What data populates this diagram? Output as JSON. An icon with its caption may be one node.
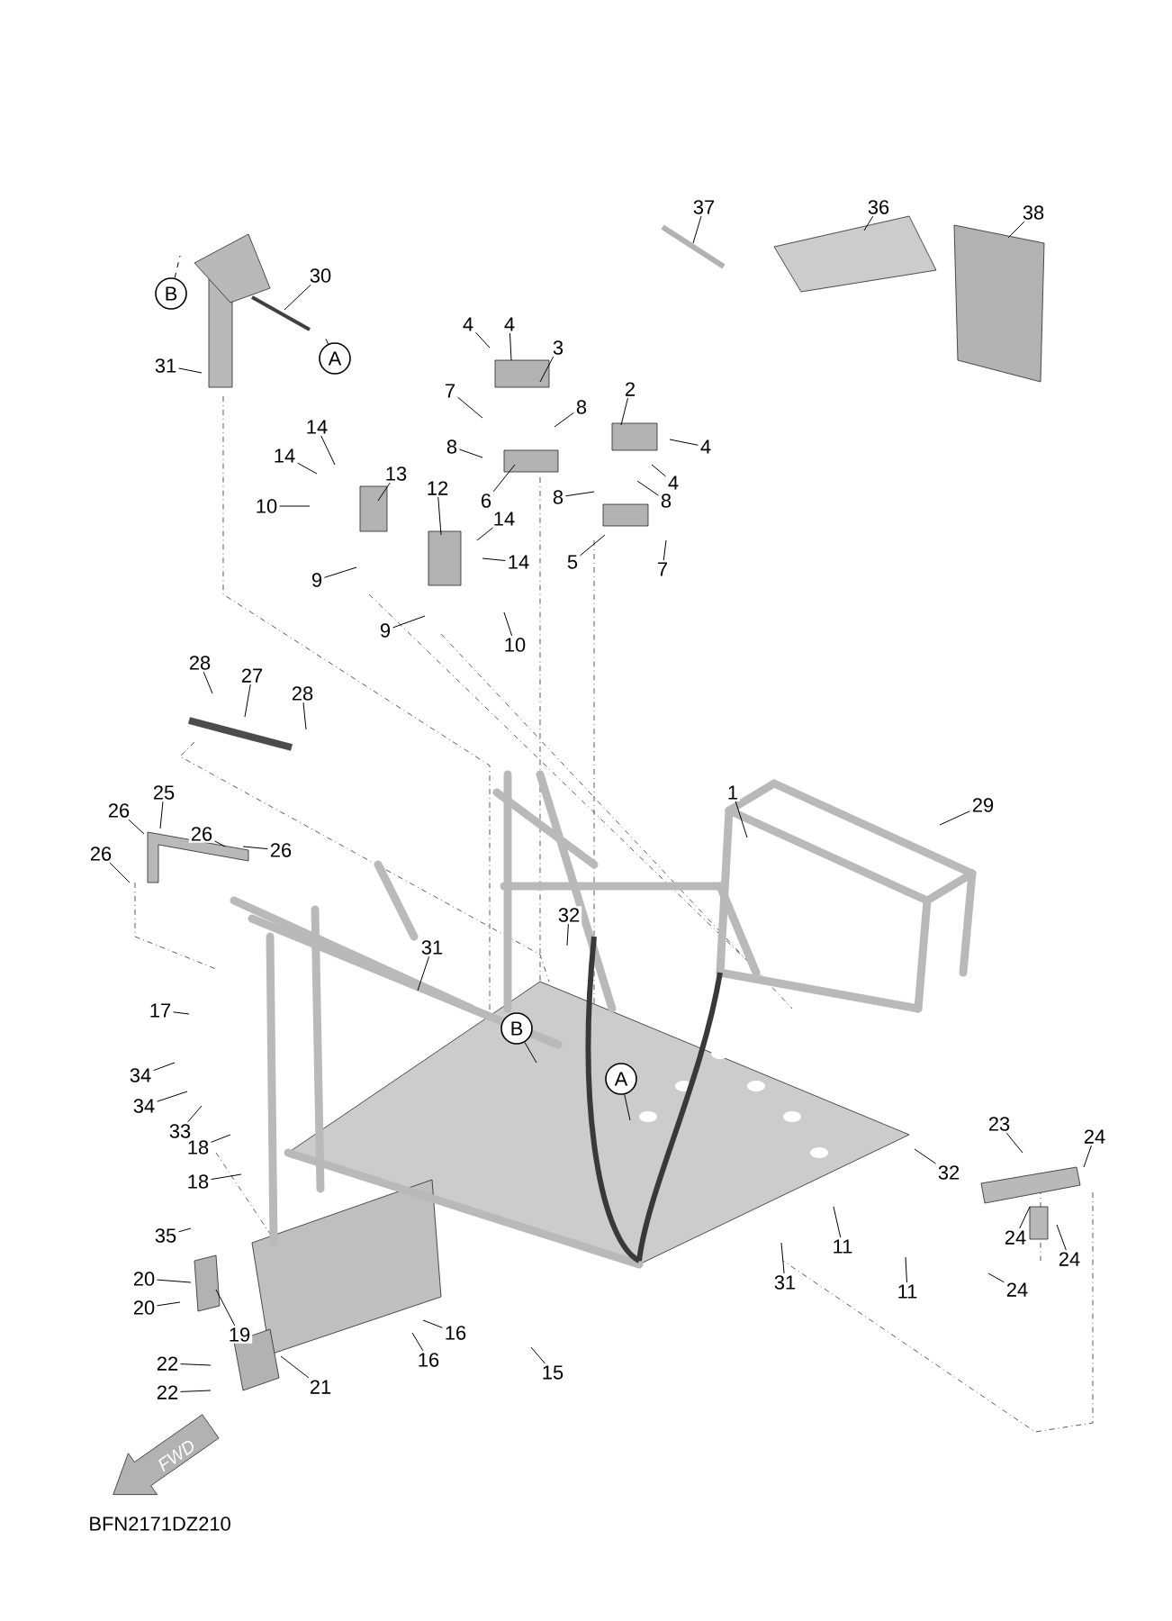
{
  "diagram": {
    "nodes": [
      {
        "text": [
          "37"
        ]
      },
      {
        "text": [
          "36"
        ]
      },
      {
        "text": [
          "38"
        ]
      },
      {
        "text": [
          "30"
        ]
      },
      {
        "text": [
          "31"
        ]
      },
      {
        "text": [
          "4"
        ]
      },
      {
        "text": [
          "4"
        ]
      },
      {
        "text": [
          "3"
        ]
      },
      {
        "text": [
          "7"
        ]
      },
      {
        "text": [
          "8"
        ]
      },
      {
        "text": [
          "8"
        ]
      },
      {
        "text": [
          "6"
        ]
      },
      {
        "text": [
          "2"
        ]
      },
      {
        "text": [
          "4"
        ]
      },
      {
        "text": [
          "4"
        ]
      },
      {
        "text": [
          "8"
        ]
      },
      {
        "text": [
          "8"
        ]
      },
      {
        "text": [
          "5"
        ]
      },
      {
        "text": [
          "7"
        ]
      },
      {
        "text": [
          "14"
        ]
      },
      {
        "text": [
          "14"
        ]
      },
      {
        "text": [
          "13"
        ]
      },
      {
        "text": [
          "10"
        ]
      },
      {
        "text": [
          "12"
        ]
      },
      {
        "text": [
          "14"
        ]
      },
      {
        "text": [
          "14"
        ]
      },
      {
        "text": [
          "9"
        ]
      },
      {
        "text": [
          "9"
        ]
      },
      {
        "text": [
          "10"
        ]
      },
      {
        "text": [
          "28"
        ]
      },
      {
        "text": [
          "27"
        ]
      },
      {
        "text": [
          "28"
        ]
      },
      {
        "text": [
          "25"
        ]
      },
      {
        "text": [
          "26"
        ]
      },
      {
        "text": [
          "26"
        ]
      },
      {
        "text": [
          "26"
        ]
      },
      {
        "text": [
          "26"
        ]
      },
      {
        "text": [
          "1"
        ]
      },
      {
        "text": [
          "29"
        ]
      },
      {
        "text": [
          "32"
        ]
      },
      {
        "text": [
          "31"
        ]
      },
      {
        "text": [
          "17"
        ]
      },
      {
        "text": [
          "34"
        ]
      },
      {
        "text": [
          "34"
        ]
      },
      {
        "text": [
          "33"
        ]
      },
      {
        "text": [
          "18"
        ]
      },
      {
        "text": [
          "18"
        ]
      },
      {
        "text": [
          "35"
        ]
      },
      {
        "text": [
          "20"
        ]
      },
      {
        "text": [
          "20"
        ]
      },
      {
        "text": [
          "19"
        ]
      },
      {
        "text": [
          "22"
        ]
      },
      {
        "text": [
          "22"
        ]
      },
      {
        "text": [
          "21"
        ]
      },
      {
        "text": [
          "16"
        ]
      },
      {
        "text": [
          "16"
        ]
      },
      {
        "text": [
          "15"
        ]
      },
      {
        "text": [
          "32"
        ]
      },
      {
        "text": [
          "11"
        ]
      },
      {
        "text": [
          "31"
        ]
      },
      {
        "text": [
          "11"
        ]
      },
      {
        "text": [
          "23"
        ]
      },
      {
        "text": [
          "24"
        ]
      },
      {
        "text": [
          "24"
        ]
      },
      {
        "text": [
          "24"
        ]
      },
      {
        "text": [
          "24"
        ]
      },
      {
        "text": [
          "B"
        ]
      },
      {
        "text": [
          "A"
        ]
      },
      {
        "text": [
          "B"
        ]
      },
      {
        "text": [
          "A"
        ]
      },
      {
        "text": [
          "FWD"
        ]
      }
    ],
    "edges": [
      {
        "from": 0,
        "to": null,
        "arrow": "none"
      },
      {
        "from": 1,
        "to": null,
        "arrow": "none"
      },
      {
        "from": 2,
        "to": null,
        "arrow": "none"
      },
      {
        "from": 3,
        "to": null,
        "arrow": "none"
      },
      {
        "from": 4,
        "to": null,
        "arrow": "none"
      },
      {
        "from": 5,
        "to": null,
        "arrow": "none"
      },
      {
        "from": 6,
        "to": null,
        "arrow": "none"
      },
      {
        "from": 7,
        "to": null,
        "arrow": "none"
      },
      {
        "from": 8,
        "to": null,
        "arrow": "none"
      },
      {
        "from": 9,
        "to": null,
        "arrow": "none"
      },
      {
        "from": 10,
        "to": null,
        "arrow": "none"
      },
      {
        "from": 11,
        "to": null,
        "arrow": "none"
      },
      {
        "from": 12,
        "to": null,
        "arrow": "none"
      },
      {
        "from": 13,
        "to": null,
        "arrow": "none"
      },
      {
        "from": 14,
        "to": null,
        "arrow": "none"
      },
      {
        "from": 15,
        "to": null,
        "arrow": "none"
      },
      {
        "from": 16,
        "to": null,
        "arrow": "none"
      },
      {
        "from": 17,
        "to": null,
        "arrow": "none"
      },
      {
        "from": 18,
        "to": null,
        "arrow": "none"
      },
      {
        "from": 19,
        "to": null,
        "arrow": "none"
      },
      {
        "from": 20,
        "to": null,
        "arrow": "none"
      },
      {
        "from": 21,
        "to": null,
        "arrow": "none"
      },
      {
        "from": 22,
        "to": null,
        "arrow": "none"
      },
      {
        "from": 23,
        "to": null,
        "arrow": "none"
      },
      {
        "from": 24,
        "to": null,
        "arrow": "none"
      },
      {
        "from": 25,
        "to": null,
        "arrow": "none"
      },
      {
        "from": 26,
        "to": null,
        "arrow": "none"
      },
      {
        "from": 27,
        "to": null,
        "arrow": "none"
      },
      {
        "from": 28,
        "to": null,
        "arrow": "none"
      },
      {
        "from": 29,
        "to": null,
        "arrow": "none"
      },
      {
        "from": 30,
        "to": null,
        "arrow": "none"
      },
      {
        "from": 31,
        "to": null,
        "arrow": "none"
      },
      {
        "from": 32,
        "to": null,
        "arrow": "none"
      },
      {
        "from": 33,
        "to": null,
        "arrow": "none"
      },
      {
        "from": 34,
        "to": null,
        "arrow": "none"
      },
      {
        "from": 35,
        "to": null,
        "arrow": "none"
      },
      {
        "from": 36,
        "to": null,
        "arrow": "none"
      },
      {
        "from": 37,
        "to": null,
        "arrow": "none"
      },
      {
        "from": 38,
        "to": null,
        "arrow": "none"
      },
      {
        "from": 39,
        "to": null,
        "arrow": "none"
      },
      {
        "from": 40,
        "to": null,
        "arrow": "none"
      },
      {
        "from": 41,
        "to": null,
        "arrow": "none"
      },
      {
        "from": 42,
        "to": null,
        "arrow": "none"
      },
      {
        "from": 43,
        "to": null,
        "arrow": "none"
      },
      {
        "from": 44,
        "to": null,
        "arrow": "none"
      },
      {
        "from": 45,
        "to": null,
        "arrow": "none"
      },
      {
        "from": 46,
        "to": null,
        "arrow": "none"
      },
      {
        "from": 47,
        "to": null,
        "arrow": "none"
      },
      {
        "from": 48,
        "to": null,
        "arrow": "none"
      },
      {
        "from": 49,
        "to": null,
        "arrow": "none"
      },
      {
        "from": 50,
        "to": null,
        "arrow": "none"
      },
      {
        "from": 51,
        "to": null,
        "arrow": "none"
      },
      {
        "from": 52,
        "to": null,
        "arrow": "none"
      },
      {
        "from": 53,
        "to": null,
        "arrow": "none"
      },
      {
        "from": 54,
        "to": null,
        "arrow": "none"
      },
      {
        "from": 55,
        "to": null,
        "arrow": "none"
      },
      {
        "from": 56,
        "to": null,
        "arrow": "none"
      },
      {
        "from": 57,
        "to": null,
        "arrow": "none"
      },
      {
        "from": 58,
        "to": null,
        "arrow": "none"
      },
      {
        "from": 59,
        "to": null,
        "arrow": "none"
      },
      {
        "from": 60,
        "to": null,
        "arrow": "none"
      },
      {
        "from": 61,
        "to": null,
        "arrow": "none"
      },
      {
        "from": 62,
        "to": null,
        "arrow": "none"
      },
      {
        "from": 63,
        "to": null,
        "arrow": "none"
      },
      {
        "from": 64,
        "to": null,
        "arrow": "none"
      },
      {
        "from": 65,
        "to": null,
        "arrow": "none"
      },
      {
        "from": 66,
        "to": null,
        "arrow": "none",
        "style": "dashed"
      },
      {
        "from": 67,
        "to": null,
        "arrow": "none",
        "style": "dashed"
      },
      {
        "from": 68,
        "to": null,
        "arrow": "none"
      },
      {
        "from": 69,
        "to": null,
        "arrow": "none"
      }
    ],
    "labels": [
      "BFN2171DZ210"
    ]
  }
}
